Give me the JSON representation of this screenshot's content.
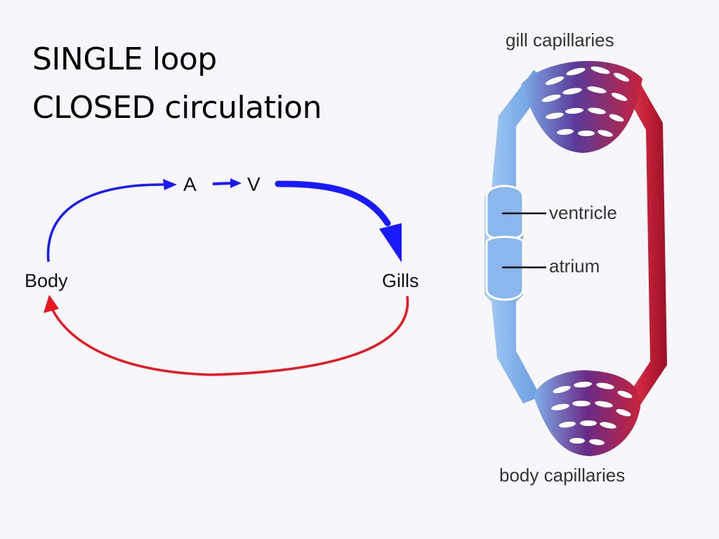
{
  "title": {
    "line1": "SINGLE loop",
    "line2": "CLOSED circulation"
  },
  "flow_diagram": {
    "node_body": "Body",
    "node_gills": "Gills",
    "node_atrium": "A",
    "node_ventricle": "V",
    "colors": {
      "deoxygenated": "#1a1aff",
      "oxygenated": "#e8181e"
    }
  },
  "anatomy_diagram": {
    "label_gill_capillaries": "gill capillaries",
    "label_ventricle": "ventricle",
    "label_atrium": "atrium",
    "label_body_capillaries": "body capillaries",
    "colors": {
      "vein": "#7fb0ea",
      "artery": "#c8223a",
      "capillary_mix": "#6a2a88"
    }
  }
}
